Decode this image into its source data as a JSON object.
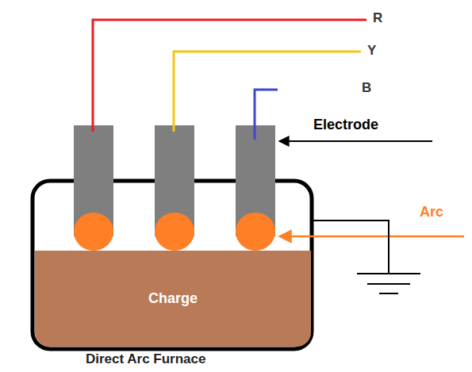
{
  "diagram": {
    "caption": "Direct Arc Furnace",
    "nodes": [
      {
        "text": [
          "Charge"
        ]
      }
    ],
    "labels": [
      "R",
      "Y",
      "B",
      "Electrode",
      "Arc"
    ]
  }
}
